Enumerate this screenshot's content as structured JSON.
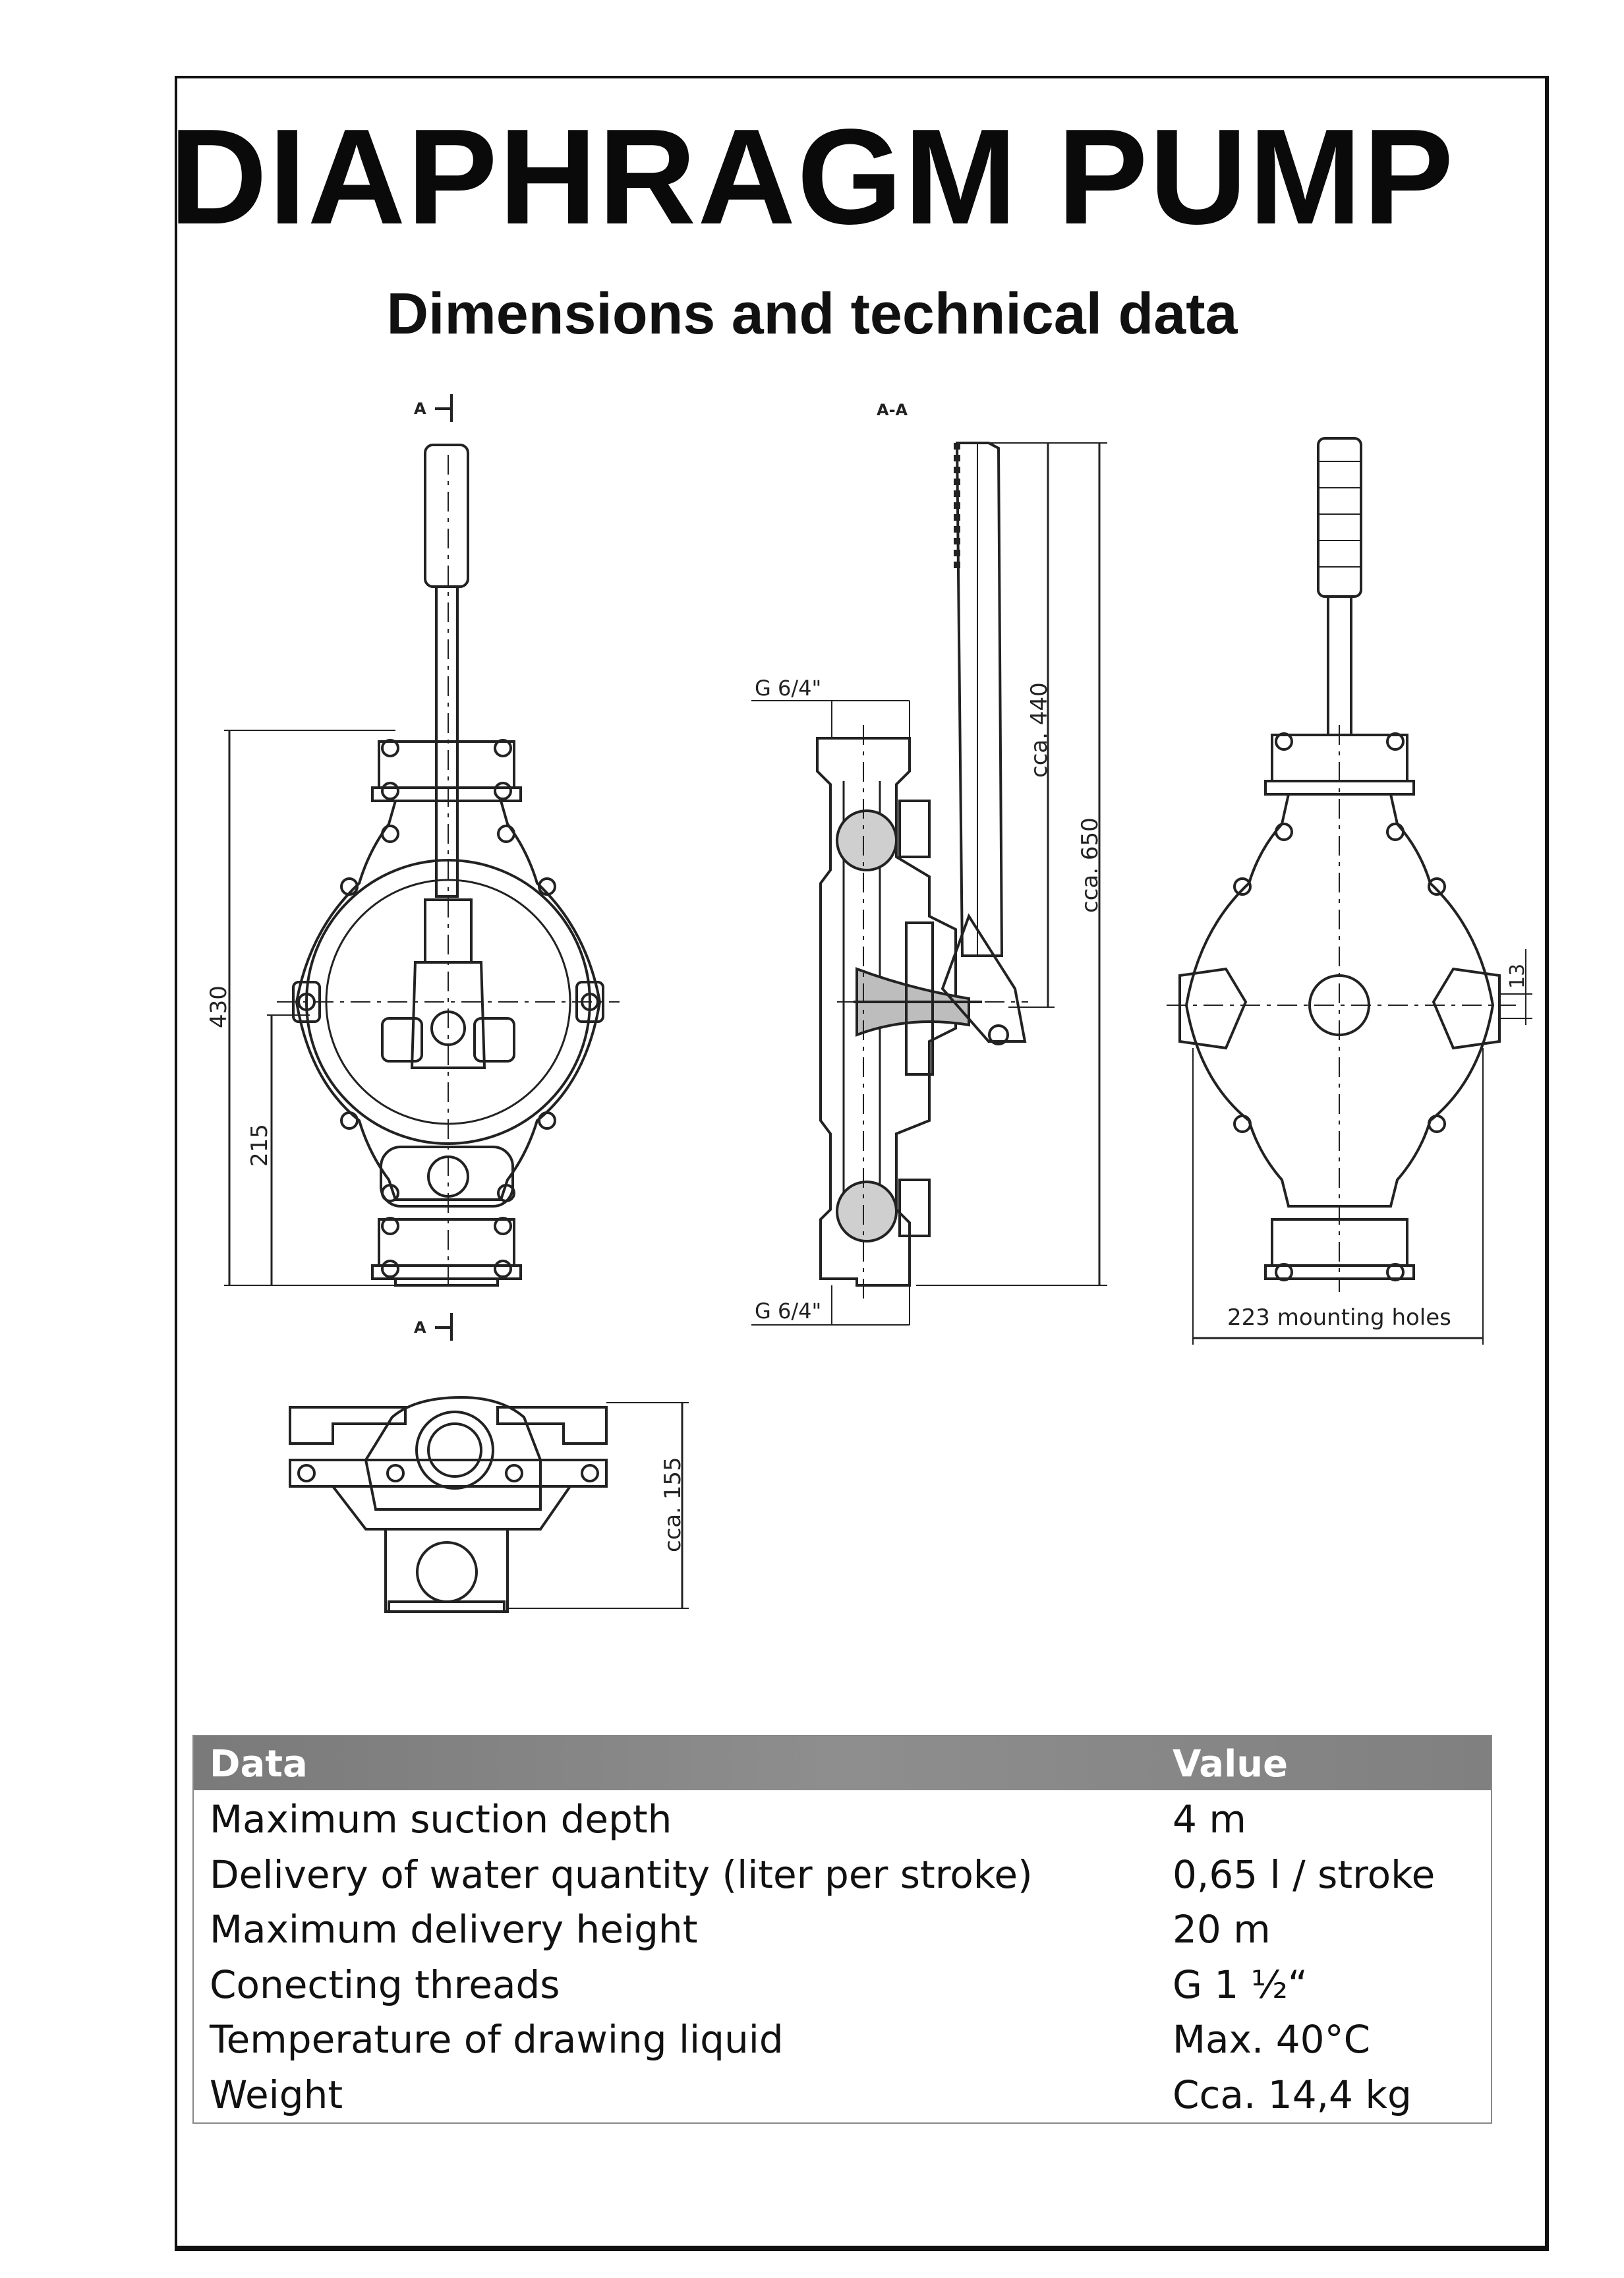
{
  "document": {
    "title": "DIAPHRAGM PUMP",
    "subtitle": "Dimensions and technical data"
  },
  "drawing": {
    "section_mark_top": "A",
    "section_mark_bottom": "A",
    "section_label": "A-A",
    "front_view": {
      "height_total": "430",
      "height_center": "215"
    },
    "side_view": {
      "thread_top": "G 6/4\"",
      "thread_bottom": "G 6/4\"",
      "handle_length": "cca. 440",
      "total_height": "cca. 650"
    },
    "rear_view": {
      "offset": "13",
      "mounting": "223 mounting holes"
    },
    "top_view": {
      "depth": "cca. 155"
    }
  },
  "table": {
    "headers": [
      "Data",
      "Value"
    ],
    "rows": [
      {
        "data": "Maximum suction depth",
        "value": "4 m"
      },
      {
        "data": "Delivery of water quantity (liter per stroke)",
        "value": "0,65 l / stroke"
      },
      {
        "data": "Maximum delivery height",
        "value": "20 m"
      },
      {
        "data": "Conecting threads",
        "value": "G 1 ½“"
      },
      {
        "data": "Temperature of drawing liquid",
        "value": "Max. 40°C"
      },
      {
        "data": "Weight",
        "value": "Cca. 14,4 kg"
      }
    ]
  }
}
